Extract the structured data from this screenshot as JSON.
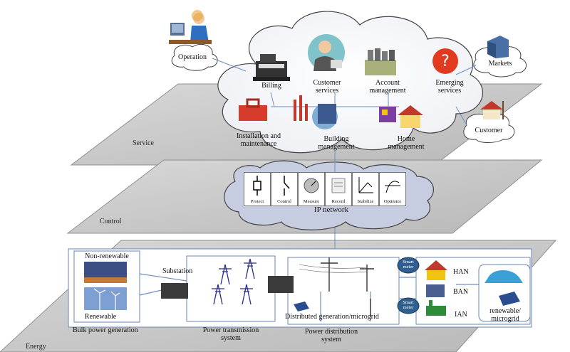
{
  "planes": {
    "service": "Service",
    "control": "Control",
    "energy": "Energy"
  },
  "service_nodes": {
    "operation": "Operation",
    "billing": "Billing",
    "customer_services": [
      "Customer",
      "services"
    ],
    "account_management": [
      "Account",
      "management"
    ],
    "emerging_services": [
      "Emerging",
      "services"
    ],
    "markets": "Markets",
    "customer": "Customer",
    "installation": [
      "Installation and",
      "maintenance"
    ],
    "building_management": [
      "Building",
      "management"
    ],
    "home_management": [
      "Home",
      "management"
    ]
  },
  "control_tools": [
    "Protect",
    "Control",
    "Measure",
    "Record",
    "Stabilize",
    "Optimize"
  ],
  "control_network": "IP network",
  "energy_nodes": {
    "non_renewable": "Non-renewable",
    "renewable": "Renewable",
    "bulk_generation": "Bulk power generation",
    "substation": "Substation",
    "transmission": [
      "Power transmission",
      "system"
    ],
    "distribution": [
      "Power distribution",
      "system"
    ],
    "distributed_generation": "Distributed generation/microgrid",
    "smart_meter": [
      "Smart",
      "meter"
    ],
    "han": "HAN",
    "ban": "BAN",
    "ian": "IAN",
    "renewable_microgrid": [
      "renewable/",
      "microgrid"
    ]
  },
  "colors": {
    "plane_fill": "#c9c9c9",
    "plane_stroke": "#8f8f8f",
    "cloud_fill": "#ffffff",
    "control_cloud_fill": "#c7cde0",
    "meter_fill": "#2f5f8f",
    "link": "#6d8fc0"
  }
}
